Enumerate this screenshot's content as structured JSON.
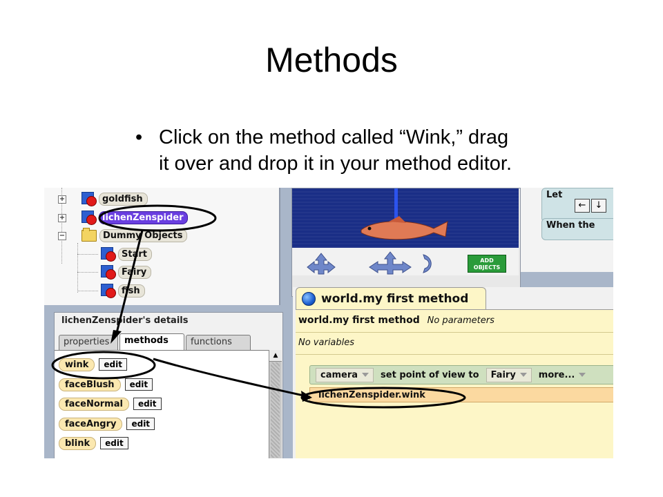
{
  "slide": {
    "title": "Methods",
    "bullet_symbol": "•",
    "bullet_line1": "Click on the method called “Wink,” drag",
    "bullet_line2": "it over and drop it in your method editor."
  },
  "tree": {
    "expander_plus": "+",
    "expander_minus": "−",
    "items": [
      {
        "label": "goldfish"
      },
      {
        "label": "lichenZenspider"
      },
      {
        "label": "Dummy Objects"
      },
      {
        "label": "Start"
      },
      {
        "label": "Fairy"
      },
      {
        "label": "fish"
      }
    ]
  },
  "world_view": {
    "add_objects_line1": "ADD",
    "add_objects_line2": "OBJECTS"
  },
  "tiles": {
    "let": "Let",
    "when": "When the",
    "left_arrow": "←",
    "down_arrow": "↓"
  },
  "details": {
    "title": "lichenZenspider's details",
    "tabs": [
      "properties",
      "methods",
      "functions"
    ],
    "scroll_up": "▲",
    "edit_label": "edit",
    "methods": [
      "wink",
      "faceBlush",
      "faceNormal",
      "faceAngry",
      "blink"
    ]
  },
  "editor": {
    "tab_label": "world.my first method",
    "header_name": "world.my first method",
    "header_params": "No parameters",
    "variables": "No variables",
    "stmt_object": "camera",
    "stmt_action": "set point of view to",
    "stmt_target": "Fairy",
    "stmt_more": "more...",
    "stmt2": "lichenZenspider.wink"
  },
  "colors": {
    "selected": "#6a3fe0",
    "method_tile": "#fbe8b0",
    "editor_bg": "#fdf6c7",
    "stmt_green": "#cfe0bf",
    "stmt_orange": "#fbd9a0"
  }
}
